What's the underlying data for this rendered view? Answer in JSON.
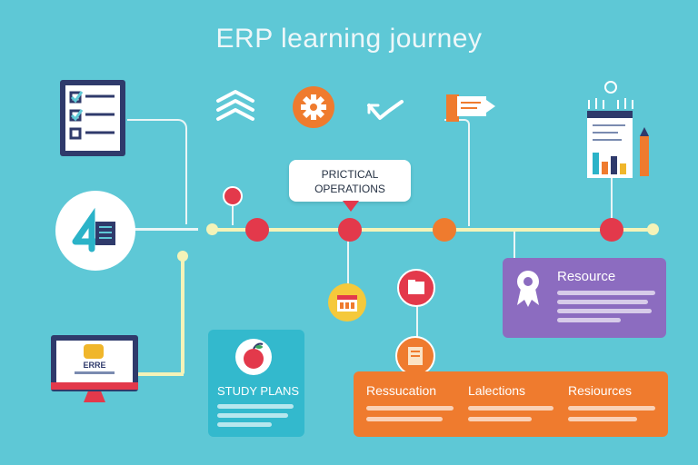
{
  "title": "ERP learning journey",
  "callout": {
    "line1": "PRICTICAL",
    "line2": "OPERATIONS"
  },
  "resource_card": {
    "title": "Resource"
  },
  "study_card": {
    "title": "STUDY PLANS"
  },
  "orange_panel": {
    "col1": "Ressucation",
    "col2": "Lalections",
    "col3": "Resiources"
  },
  "monitor_label": "ERRE",
  "colors": {
    "background": "#5ec8d6",
    "timeline": "#f4f3b8",
    "node_red": "#e3394b",
    "node_orange": "#ef7b2e",
    "resource_purple": "#8c6cc0",
    "study_teal": "#33b9cd",
    "panel_orange": "#ef7b2e",
    "navy": "#2f3a6b"
  },
  "icons": [
    "checklist-document-icon",
    "device-document-icon",
    "computer-monitor-icon",
    "chevrons-up-icon",
    "gear-icon",
    "trend-arrow-icon",
    "flag-card-icon",
    "bar-chart-board-icon",
    "pencil-icon",
    "bookmark-tag-icon",
    "calendar-icon",
    "folder-icon",
    "badge-icon",
    "apple-icon"
  ]
}
